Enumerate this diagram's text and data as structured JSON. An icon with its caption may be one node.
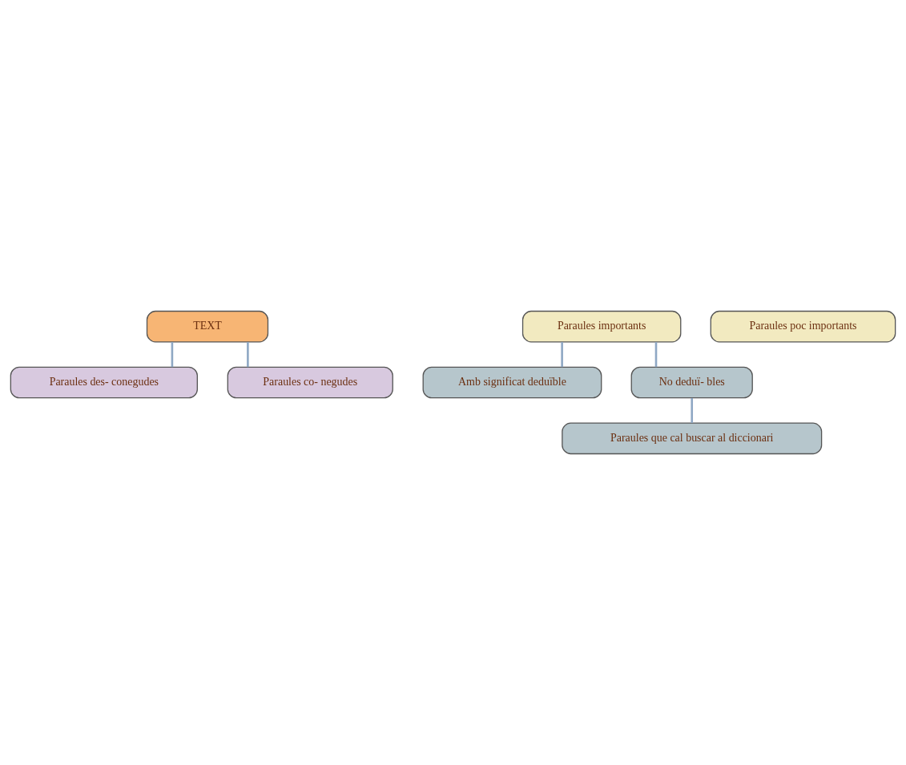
{
  "diagram": {
    "nodes": [
      {
        "text": [
          "TEXT"
        ]
      },
      {
        "text": [
          "Paraules des- conegudes"
        ]
      },
      {
        "text": [
          "Paraules co- negudes"
        ]
      },
      {
        "text": [
          "Paraules importants"
        ]
      },
      {
        "text": [
          "Paraules poc importants"
        ]
      },
      {
        "text": [
          "Amb significat deduïble"
        ]
      },
      {
        "text": [
          "No deduï- bles"
        ]
      },
      {
        "text": [
          "Paraules que cal buscar al diccionari"
        ]
      }
    ],
    "edges": [
      {
        "from": 0,
        "to": 1,
        "arrow": "none"
      },
      {
        "from": 0,
        "to": 2,
        "arrow": "none"
      },
      {
        "from": 3,
        "to": 5,
        "arrow": "none"
      },
      {
        "from": 3,
        "to": 6,
        "arrow": "none"
      },
      {
        "from": 6,
        "to": 7,
        "arrow": "none"
      }
    ]
  }
}
